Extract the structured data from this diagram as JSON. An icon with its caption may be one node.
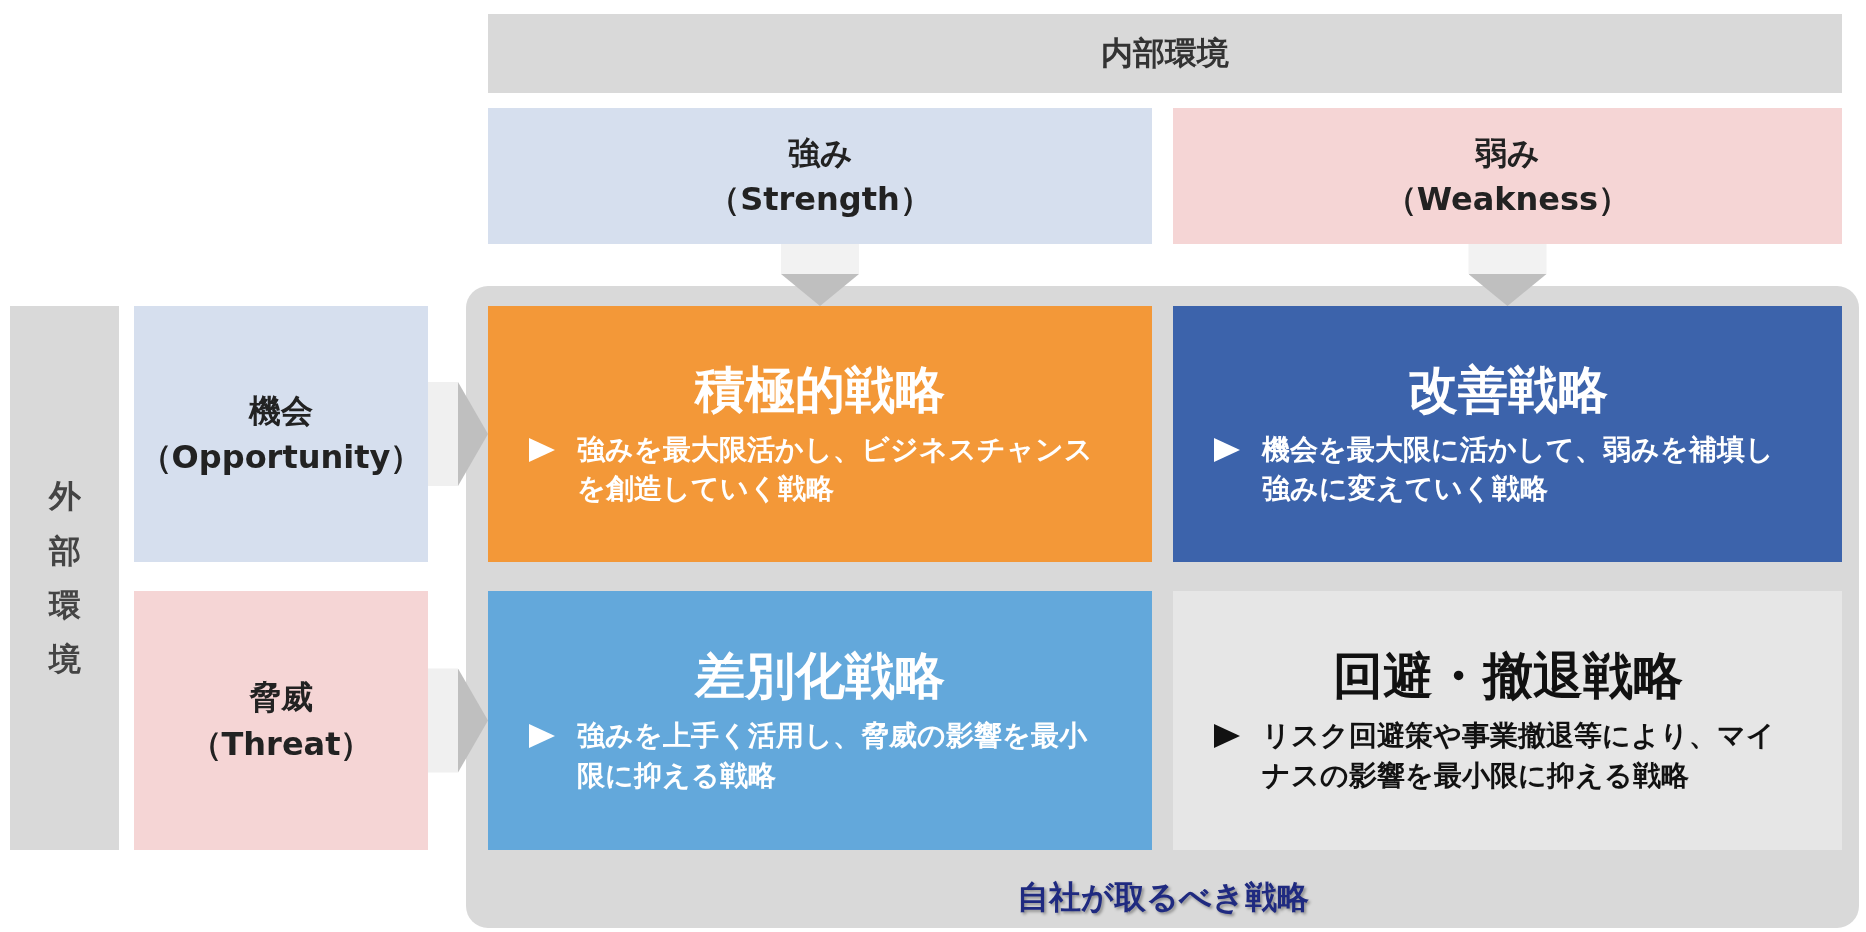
{
  "diagram": {
    "nodes": [
      {
        "text": [
          "内部環境"
        ]
      },
      {
        "text": [
          "強み",
          "（Strength）"
        ]
      },
      {
        "text": [
          "弱み",
          "（Weakness）"
        ]
      },
      {
        "text": [
          "外部環境"
        ]
      },
      {
        "text": [
          "機会",
          "（Opportunity）"
        ]
      },
      {
        "text": [
          "脅威",
          "（Threat）"
        ]
      },
      {
        "text": [
          "自社が取るべき戦略"
        ]
      },
      {
        "text": [
          "積極的戦略",
          "強みを最大限活かし、ビジネスチャンスを創造していく戦略"
        ],
        "in": 6
      },
      {
        "text": [
          "改善戦略",
          "機会を最大限に活かして、弱みを補填し強みに変えていく戦略"
        ],
        "in": 6
      },
      {
        "text": [
          "差別化戦略",
          "強みを上手く活用し、脅威の影響を最小限に抑える戦略"
        ],
        "in": 6
      },
      {
        "text": [
          "回避・撤退戦略",
          "リスク回避策や事業撤退等により、マイナスの影響を最小限に抑える戦略"
        ],
        "in": 6
      }
    ],
    "edges": [
      {
        "from": 1,
        "to": 7,
        "arrow": "to"
      },
      {
        "from": 2,
        "to": 8,
        "arrow": "to"
      },
      {
        "from": 4,
        "to": 7,
        "arrow": "to"
      },
      {
        "from": 5,
        "to": 9,
        "arrow": "to"
      }
    ]
  }
}
